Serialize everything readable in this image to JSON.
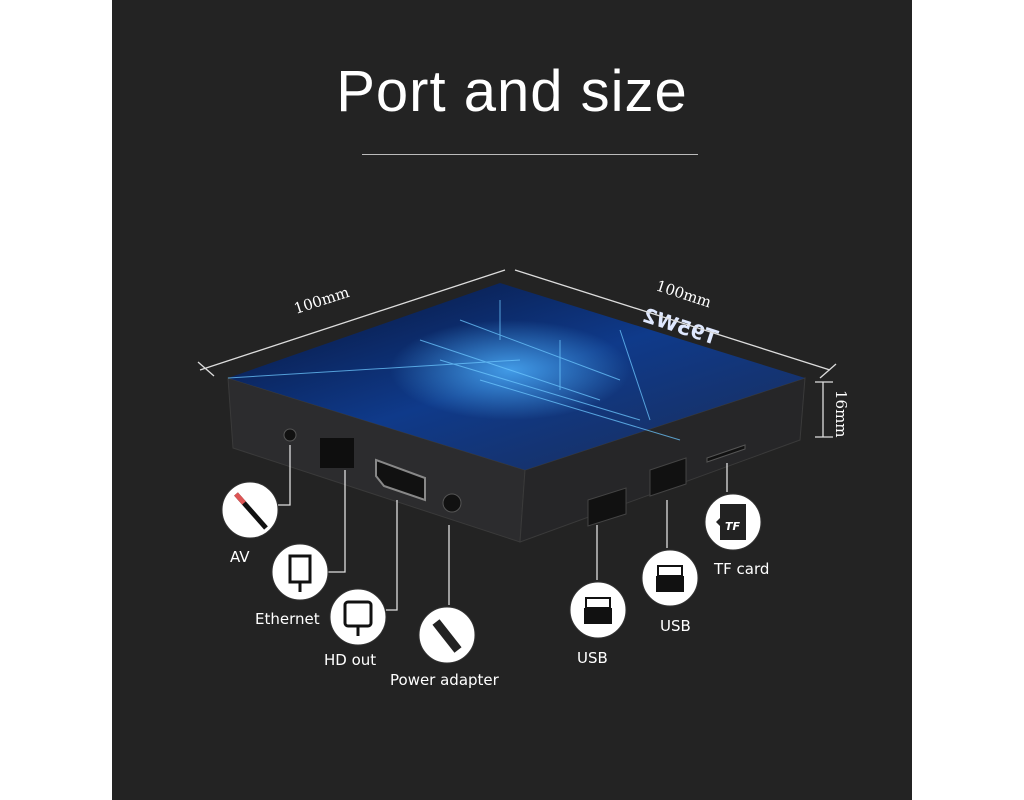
{
  "title": "Port and size",
  "dimensions": {
    "length": "100mm",
    "width": "100mm",
    "height": "16mm"
  },
  "device_logo": "T95W2",
  "ports": [
    {
      "label": "AV",
      "icon": "av-plug-icon"
    },
    {
      "label": "Ethernet",
      "icon": "ethernet-icon"
    },
    {
      "label": "HD out",
      "icon": "hdmi-icon"
    },
    {
      "label": "Power adapter",
      "icon": "power-plug-icon"
    },
    {
      "label": "USB",
      "icon": "usb-icon"
    },
    {
      "label": "USB",
      "icon": "usb-icon"
    },
    {
      "label": "TF card",
      "icon": "tf-card-icon"
    }
  ],
  "tf_icon_text": "TF",
  "colors": {
    "background": "#232323",
    "screen": "#0b1f5e",
    "accent": "#4fb4ff"
  }
}
